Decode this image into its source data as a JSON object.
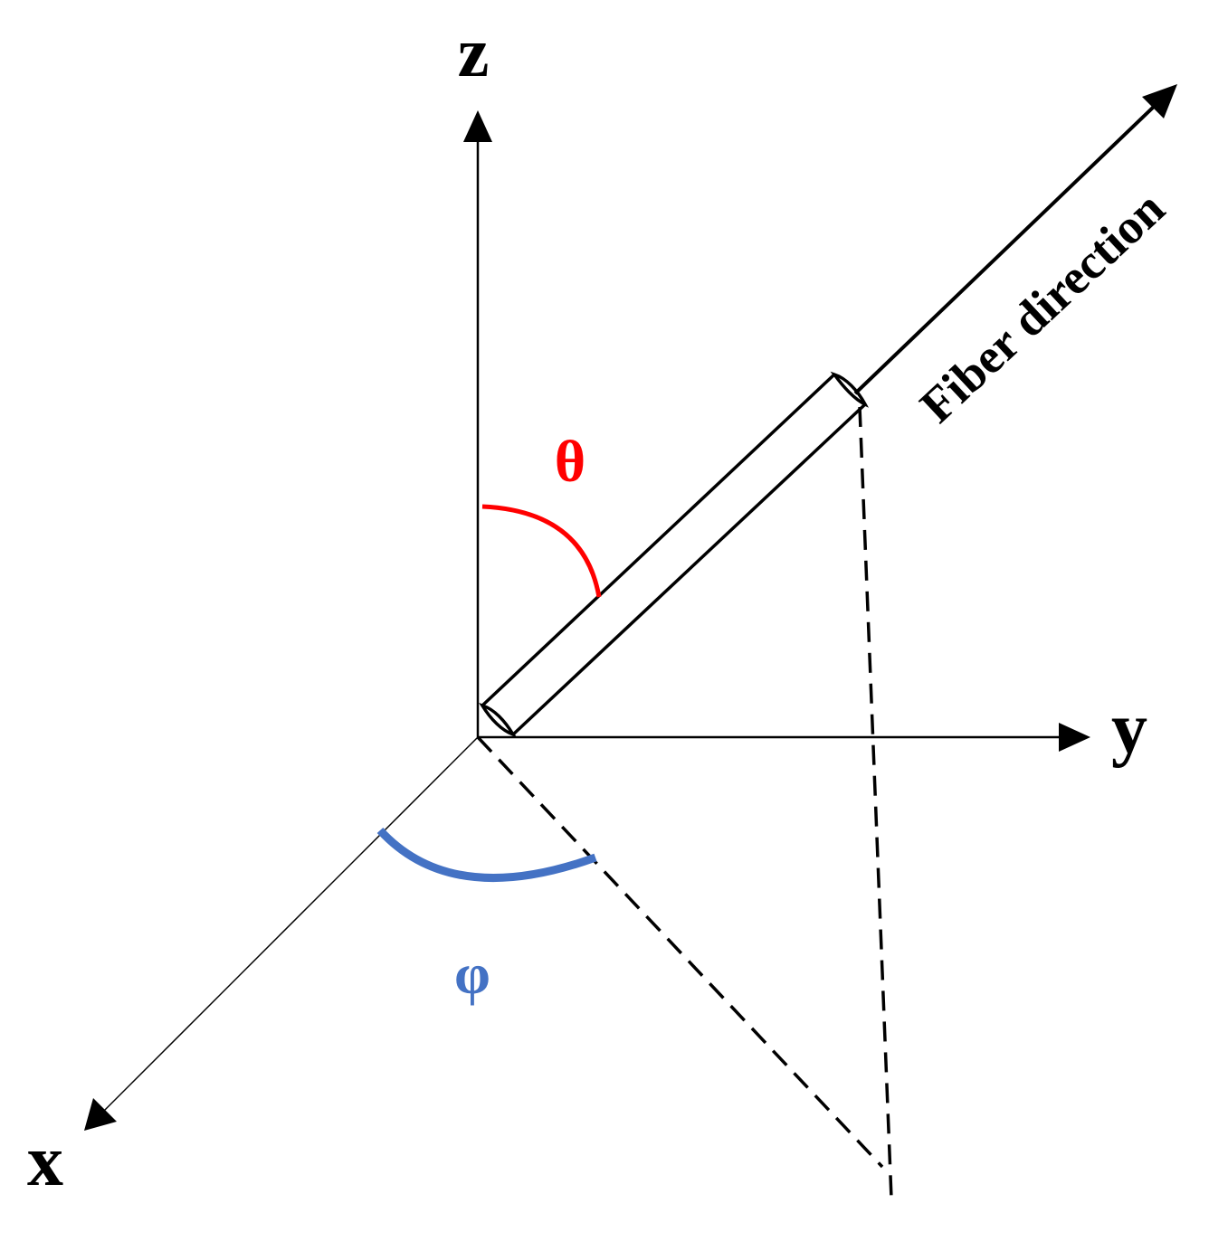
{
  "labels": {
    "z_axis": "z",
    "y_axis": "y",
    "x_axis": "x",
    "theta": "θ",
    "phi": "φ",
    "fiber_direction": "Fiber direction"
  },
  "colors": {
    "ink": "#000000",
    "theta_arc": "#ff0000",
    "phi_arc": "#4472c4",
    "background": "#ffffff"
  }
}
